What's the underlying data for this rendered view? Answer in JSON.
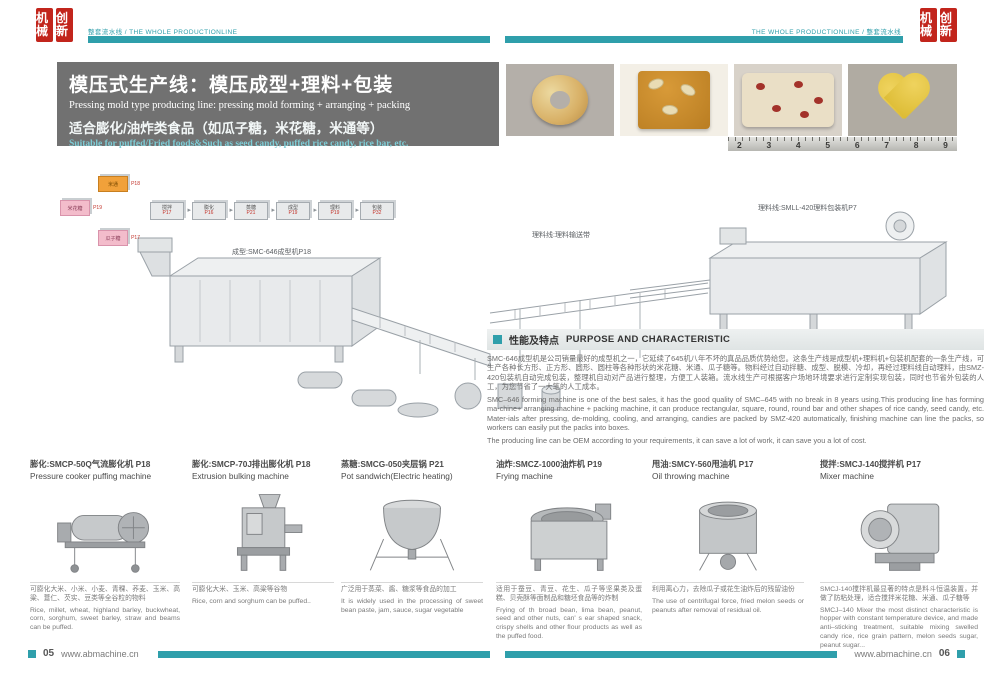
{
  "page": {
    "left_page_no": "05",
    "right_page_no": "06",
    "site_url": "www.abmachine.cn"
  },
  "header": {
    "stamp_chars_1": "机械",
    "stamp_chars_2": "创新",
    "tagline_left": "整套流水线 / THE WHOLE PRODUCTIONLINE",
    "tagline_right": "THE WHOLE PRODUCTIONLINE / 整套流水线"
  },
  "title_block": {
    "title_cn": "模压式生产线：模压成型+理料+包装",
    "title_en": "Pressing mold type producing line: pressing mold forming + arranging + packing",
    "subtitle_cn": "适合膨化/油炸类食品（如瓜子糖，米花糖，米通等）",
    "subtitle_en": "Suitable for puffed/Fried foods&Such as seed candy, puffed rice candy, rice bar, etc."
  },
  "colors": {
    "accent_teal": "#2f9fab",
    "stamp_red": "#c2251c",
    "title_gray": "#717171"
  },
  "ruler": {
    "numbers": [
      "2",
      "3",
      "4",
      "5",
      "6",
      "7",
      "8",
      "9"
    ]
  },
  "flow": {
    "source_boxes": [
      {
        "label": "米通",
        "page": "P18"
      },
      {
        "label": "米花糖",
        "page": "P19"
      },
      {
        "label": "瓜子糖",
        "page": "P17"
      }
    ],
    "steps": [
      {
        "label": "搅拌",
        "page": "P17"
      },
      {
        "label": "膨化",
        "page": "P16"
      },
      {
        "label": "蒸糖",
        "page": "P21"
      },
      {
        "label": "成型",
        "page": "P19"
      },
      {
        "label": "理料",
        "page": "P19"
      },
      {
        "label": "包装",
        "page": "P32"
      }
    ]
  },
  "diagram": {
    "label_forming": "成型:SMC-646成型机P18",
    "label_conveyor": "理料线:理料输送带",
    "label_packing": "理料线:SMLL-420理料包装机P7"
  },
  "purpose": {
    "heading_cn": "性能及特点",
    "heading_en": "PURPOSE AND CHARACTERISTIC",
    "para_cn": "SMC-646成型机是公司销量最好的成型机之一，它延续了645机八年不坏的真品品质优势给您。这条生产线是成型机+理料机+包装机配套的一条生产线，可生产各种长方形、正方形、圆形、圆柱等各种形状的米花糖、米通、瓜子糖等。物料经过自动拌糖、成型、脱模、冷却，再经过理料线自动理料，由SMZ-420包装机自动完成包装，整理机自动对产品进行整理，方便工人装箱。流水线生产可根据客户场地环境要求进行定制实现包装，同时也节省外包装的人工，为您节省了一大笔的人工成本。",
    "para_en": "SMC–646 forming machine is one of the best sales, it has the good quality of SMC–645 with no break in 8 years using.This producing line has forming ma-chine+ arranging machine + packing machine, it can produce rectangular, square, round, round bar and other shapes of rice candy, seed candy, etc. Mater-ials after pressing, de-molding, cooling, and arranging, candies are packed by SMZ-420 automatically, finishing machine can line the packs, so workers can easily put the packs into boxes.",
    "para_en2": "The producing line can be OEM according to your requirements, it can save a lot of work, it can save you a lot of cost."
  },
  "products": [
    {
      "title": "膨化:SMCP-50Q气流膨化机 P18",
      "name": "Pressure cooker puffing machine",
      "desc_cn": "可膨化大米、小米、小麦、青稞、荞麦、玉米、高粱、薏仁、芡实、豆类等全谷粒的物料",
      "desc_en": "Rice, millet, wheat, highland barley, buckwheat, corn, sorghum, sweet barley, straw and beams can be puffed."
    },
    {
      "title": "膨化:SMCP-70J排出膨化机 P18",
      "name": "Extrusion bulking machine",
      "desc_cn": "可膨化大米、玉米、高粱等谷物",
      "desc_en": "Rice, corn and sorghum can be puffed.."
    },
    {
      "title": "蒸糖:SMCG-050夹层锅 P21",
      "name": "Pot sandwich(Electric heating)",
      "desc_cn": "广泛用于蒸菜、酱、糖浆等食品的加工",
      "desc_en": "It is widely used in the processing of sweet bean paste, jam, sauce, sugar vegetable"
    },
    {
      "title": "油炸:SMCZ-1000油炸机 P19",
      "name": "Frying machine",
      "desc_cn": "适用于蚕豆、青豆、花生、瓜子等坚果类及蛋糕、贝壳酥等面制品和糖坯食品等的炸制",
      "desc_en": "Frying of th broad bean, lima bean, peanut, seed and other nuts, can' s ear shaped snack, crispy shells and other flour products as well as the puffed food."
    },
    {
      "title": "甩油:SMCY-560甩油机 P17",
      "name": "Oil throwing machine",
      "desc_cn": "利用离心力，去除瓜子或花生油炸后的残留油份",
      "desc_en": "The use of centrifugal force, fried melon seeds or peanuts after removal of residual oil."
    },
    {
      "title": "搅拌:SMCJ-140搅拌机 P17",
      "name": "Mixer machine",
      "desc_cn": "SMCJ-140搅拌机最显著的特点是料斗恒温装置，并做了防粘处理，适合搅拌米花糖、米通、瓜子糖等",
      "desc_en": "SMCJ–140 Mixer the most distinct characteristic is hopper with constant temperature device, and made anti–sticking treatment, suitable mixing swelled candy rice, rice grain pattern, melon seeds sugar, peanut sugar..."
    }
  ]
}
